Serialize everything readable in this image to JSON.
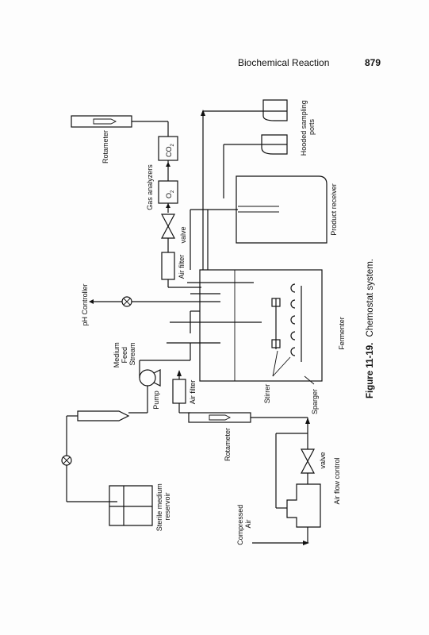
{
  "header": {
    "running_title": "Biochemical Reaction",
    "page_number": "879"
  },
  "caption": {
    "figure_label": "Figure 11-19.",
    "figure_title": "Chemostat system."
  },
  "labels": {
    "rotameter_top": "Rotameter",
    "gas_analyzers": "Gas analyzers",
    "o2": "O",
    "o2_sub": "2",
    "co2": "CO",
    "co2_sub": "2",
    "hooded_sampling": "Hooded sampling",
    "ports": "ports",
    "valve_top": "valve",
    "product_receiver": "Product receiver",
    "air_filter_top": "Air filter",
    "ph_controller": "pH Controller",
    "medium": "Medium",
    "feed": "Feed",
    "stream": "Stream",
    "pump": "Pump",
    "air_filter_bottom": "Air filter",
    "fermenter": "Fermenter",
    "stirrer": "Stirrer",
    "sparger": "Sparger",
    "rotameter_bottom": "Rotameter",
    "valve_bottom": "valve",
    "air_flow_control": "Air flow control",
    "sterile_medium": "Sterile medium",
    "reservoir": "reservoir",
    "compressed": "Compressed",
    "air": "Air"
  }
}
